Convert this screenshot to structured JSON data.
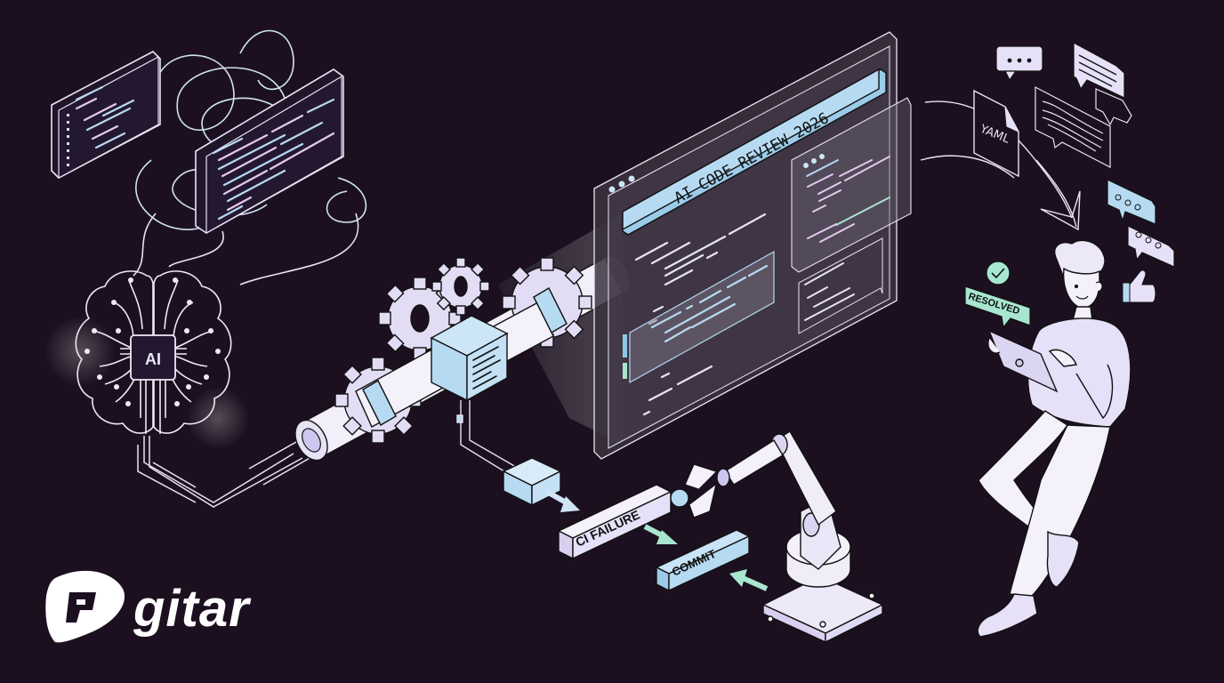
{
  "illustration": {
    "title": "AI Code Review pipeline illustration",
    "background_color": "#1c1020",
    "accent_colors": {
      "lavender": "#e6e0f8",
      "light_blue": "#b6daf2",
      "mint": "#a8e6cf",
      "outline": "#e8e4f4"
    }
  },
  "brain": {
    "chip_label": "AI"
  },
  "review_panel": {
    "banner": "AI CODE REVIEW 2026",
    "window_dots": 3
  },
  "pipeline": {
    "ci_failure_label": "CI FAILURE",
    "commit_label": "COMMIT"
  },
  "right_side": {
    "file_label": "YAML",
    "resolved_badge": "RESOLVED"
  },
  "brand": {
    "logo_text": "gitar",
    "logo_mark": "g-pick"
  }
}
